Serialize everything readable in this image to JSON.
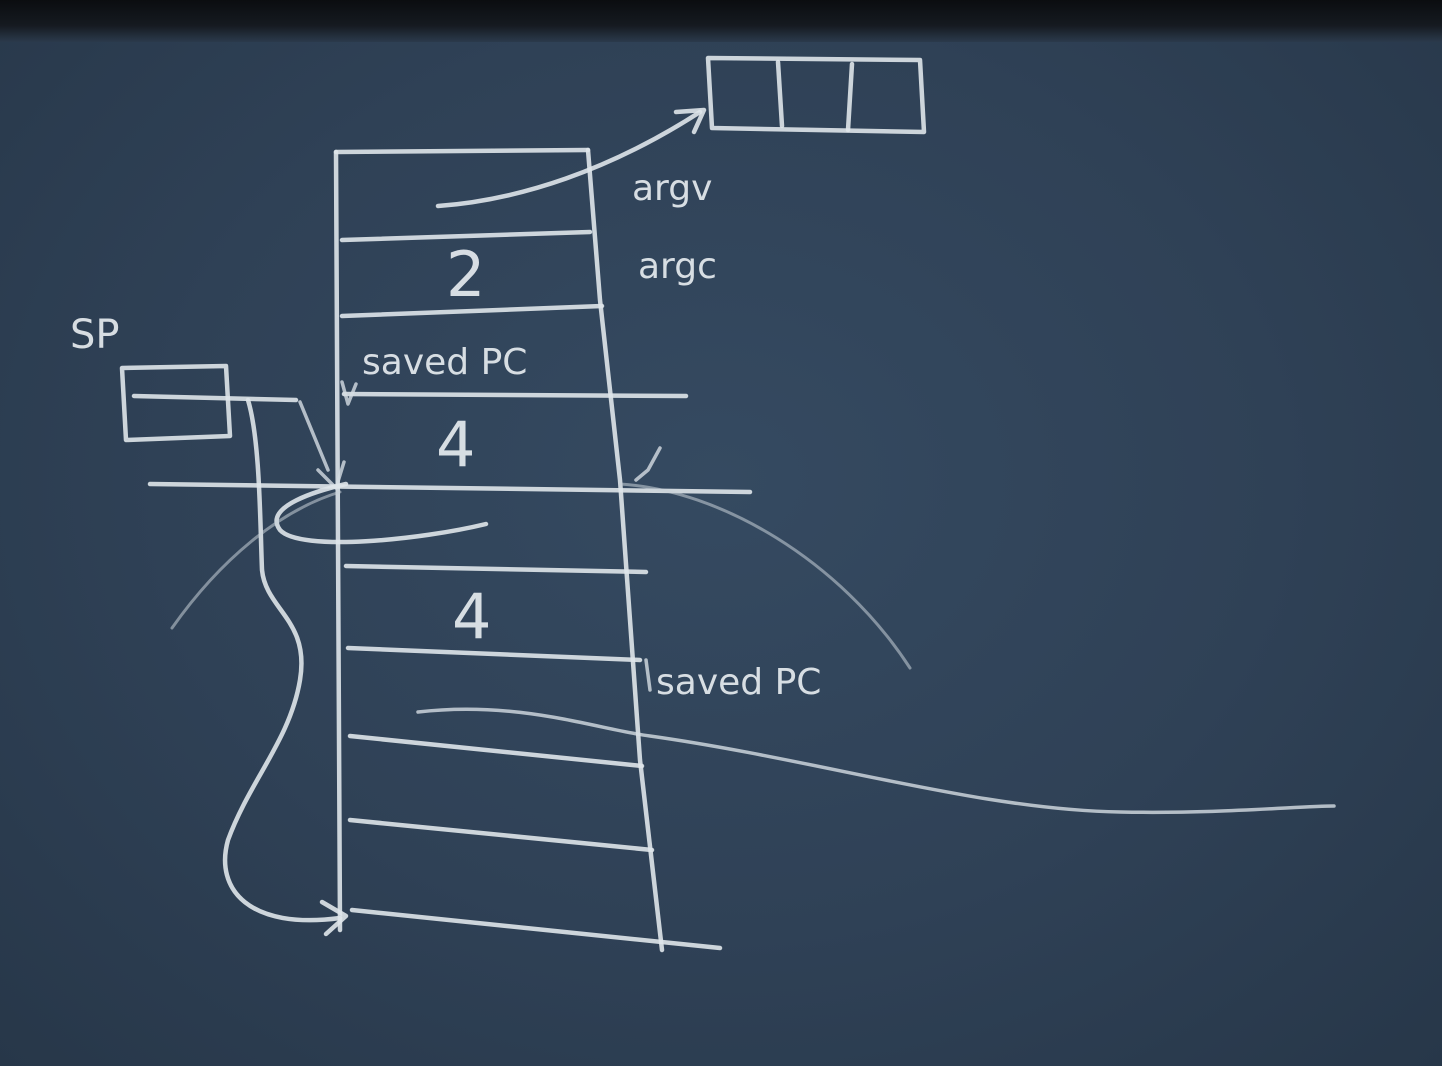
{
  "board": {
    "stack_pointer_label": "SP",
    "argv_label": "argv",
    "argc_label": "argc",
    "frame1_value": "2",
    "saved_pc_upper": "saved PC",
    "frame2_value": "4",
    "frame3_value": "4",
    "saved_pc_lower": "saved PC"
  },
  "colors": {
    "board": "#2f4156",
    "chalk": "#dfe5ea"
  }
}
